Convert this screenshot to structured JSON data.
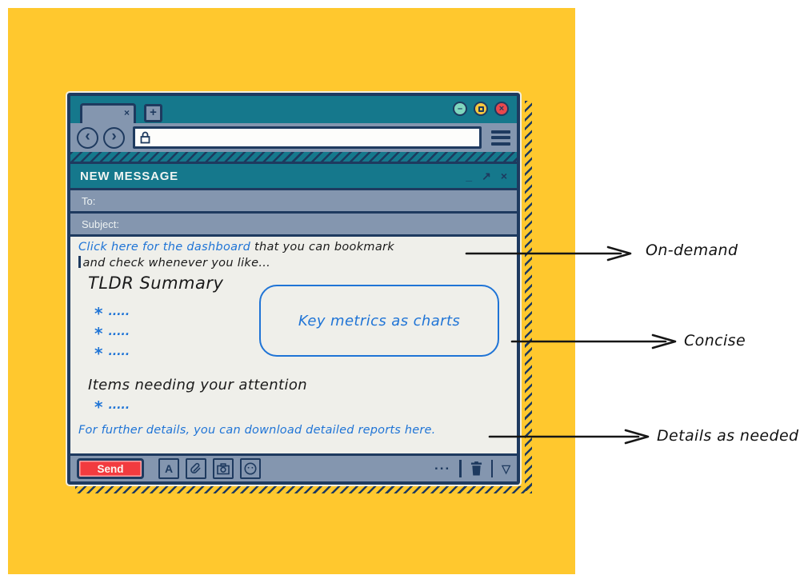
{
  "colors": {
    "background_yellow": "#FFC82E",
    "chrome_teal": "#15788C",
    "outline_navy": "#1E3A5F",
    "toolbar_gray": "#8496AF",
    "body_offwhite": "#EFEFEA",
    "link_blue": "#1F74D6",
    "send_red": "#F23B3F",
    "traffic_mint": "#7FD6BE",
    "traffic_yellow": "#F5C840",
    "traffic_red": "#E8484D"
  },
  "browser": {
    "tab_close_icon": "×",
    "new_tab_icon": "+",
    "traffic_minimize_icon": "–",
    "traffic_close_icon": "×",
    "back_icon": "‹",
    "forward_icon": "›",
    "url_value": ""
  },
  "compose": {
    "title": "NEW MESSAGE",
    "minimize_icon": "_",
    "popout_icon": "↗",
    "close_icon": "×",
    "to_label": "To:",
    "to_value": "",
    "subject_label": "Subject:",
    "subject_value": "",
    "body": {
      "link_dashboard": "Click here for the dashboard",
      "line1_rest": " that you can bookmark",
      "line2": "and check whenever you like...",
      "tldr_heading": "TLDR Summary",
      "tldr_bullets": [
        {
          "marker": "*",
          "text": "....."
        },
        {
          "marker": "*",
          "text": "....."
        },
        {
          "marker": "*",
          "text": "....."
        }
      ],
      "metrics_box_label": "Key metrics as charts",
      "attention_heading": "Items needing your attention",
      "attention_bullets": [
        {
          "marker": "*",
          "text": "....."
        }
      ],
      "footer_link": "For further details, you can download detailed reports here."
    },
    "toolbar": {
      "send_label": "Send",
      "format_icon": "A",
      "more_icon": "...",
      "dropdown_icon": "▽"
    }
  },
  "annotations": [
    {
      "label": "On-demand"
    },
    {
      "label": "Concise"
    },
    {
      "label": "Details as needed"
    }
  ]
}
